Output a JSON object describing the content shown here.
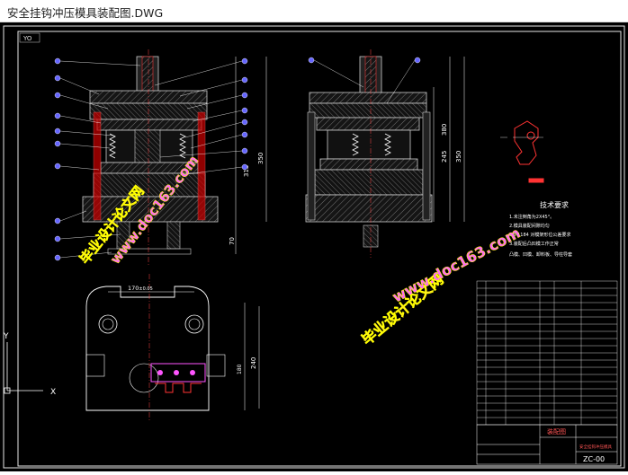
{
  "window": {
    "title": "安全挂钩冲压模具装配图.DWG"
  },
  "drawing": {
    "viewport_label": "YO",
    "dimensions": {
      "front_height_a": "315",
      "front_height_b": "350",
      "front_height_c": "70",
      "side_height_a": "245",
      "side_height_b": "350",
      "side_height_c": "380",
      "plan_width": "170",
      "plan_width_tol": "±0.05",
      "plan_depth_a": "240",
      "plan_depth_b": "180"
    },
    "technical_requirements": {
      "heading": "技术要求",
      "lines": [
        "1.未注倒角为2X45°。",
        "2.模具装配间隙均匀",
        "GB-1184 对模架形位公差要求",
        "3.装配后凸凹模工作正常",
        "凸模、凹模、卸料板、导柱导套"
      ]
    },
    "watermarks": [
      "毕业设计论文网",
      "www.doc163.com"
    ],
    "title_block": {
      "name": "装配图",
      "drawing_no": "ZC-00",
      "subtitle": "安全挂钩冲压模具"
    },
    "ucs": {
      "x_label": "X",
      "y_label": "Y"
    }
  }
}
